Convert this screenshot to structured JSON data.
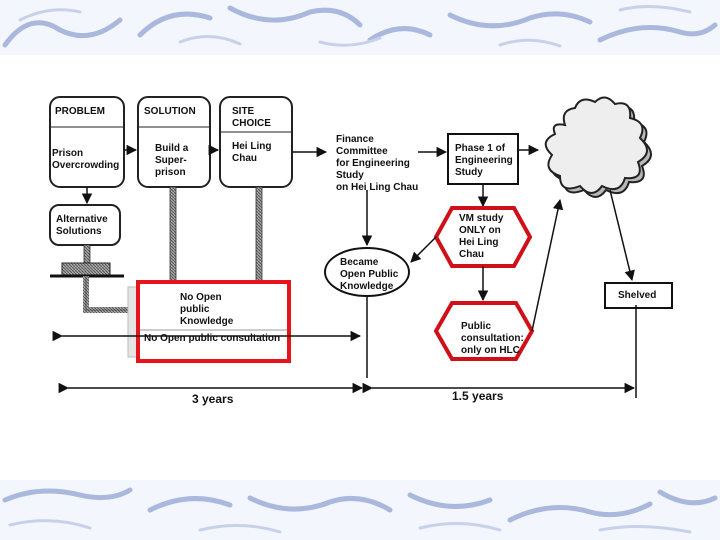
{
  "nodes": {
    "problem_header": "PROBLEM",
    "problem_body": "Prison\nOvercrowding",
    "solution_header": "SOLUTION",
    "solution_body": "Build a\nSuper-\nprison",
    "site_header": "SITE\nCHOICE",
    "site_body": "Hei Ling\nChau",
    "alternatives": "Alternative\nSolutions",
    "no_open_knowledge": "No Open\npublic\nKnowledge",
    "no_open_consultation": "No Open public consultation",
    "finance_committee": "Finance\nCommittee\nfor Engineering\nStudy\non Hei Ling Chau",
    "phase1": "Phase 1 of\nEngineering\nStudy",
    "became_public": "Became\nOpen Public\nKnowledge",
    "vm_study": "VM study\nONLY on\nHei Ling\nChau",
    "public_consultation": "Public\nconsultation:\nonly on HLC",
    "shelved": "Shelved"
  },
  "timeline": {
    "period1": "3 years",
    "period2": "1.5 years"
  },
  "colors": {
    "highlight": "#e8141c",
    "hexagon": "#d01018",
    "deco": "#a9b8dc"
  }
}
